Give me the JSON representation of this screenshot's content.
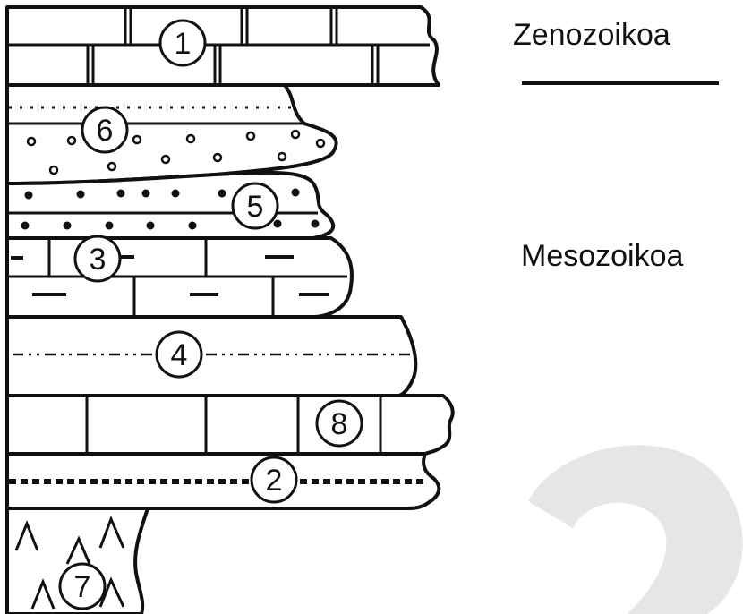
{
  "eras": {
    "upper": "Zenozoikoa",
    "lower": "Mesozoikoa"
  },
  "layers": [
    {
      "label": "1",
      "pattern": "limestone"
    },
    {
      "label": "6",
      "pattern": "conglomerate"
    },
    {
      "label": "5",
      "pattern": "sandstone"
    },
    {
      "label": "3",
      "pattern": "marly-limestone"
    },
    {
      "label": "4",
      "pattern": "siltstone"
    },
    {
      "label": "8",
      "pattern": "limestone"
    },
    {
      "label": "2",
      "pattern": "shale"
    },
    {
      "label": "7",
      "pattern": "volcanic"
    }
  ],
  "colors": {
    "ink": "#111111",
    "paper": "#ffffff",
    "watermark": "#e6e6e6"
  }
}
